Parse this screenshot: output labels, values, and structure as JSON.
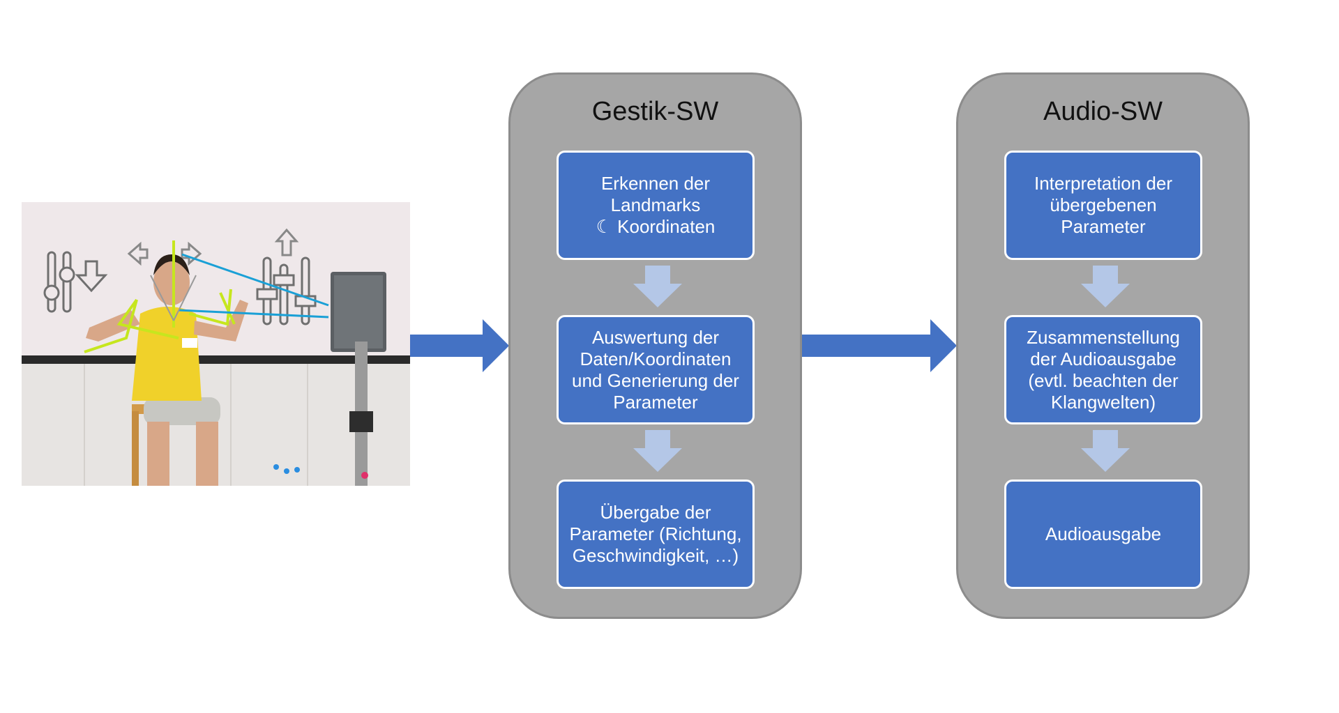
{
  "photo": {
    "description_icon": "person-gesture-tracking-photo",
    "sign_text": "..."
  },
  "gestik_panel": {
    "title": "Gestik-SW",
    "boxes": [
      "Erkennen der\nLandmarks\n☾ Koordinaten",
      "Auswertung der\nDaten/Koordinaten\nund Generierung der\nParameter",
      "Übergabe der\nParameter (Richtung,\nGeschwindigkeit, …)"
    ]
  },
  "audio_panel": {
    "title": "Audio-SW",
    "boxes": [
      "Interpretation der\nübergebenen\nParameter",
      "Zusammenstellung\nder Audioausgabe\n(evtl. beachten der\nKlangwelten)",
      "Audioausgabe"
    ]
  },
  "colors": {
    "box_fill": "#4472c4",
    "panel_fill": "#a6a6a6",
    "flow_arrow": "#4472c4",
    "step_arrow": "#b4c7e7"
  }
}
